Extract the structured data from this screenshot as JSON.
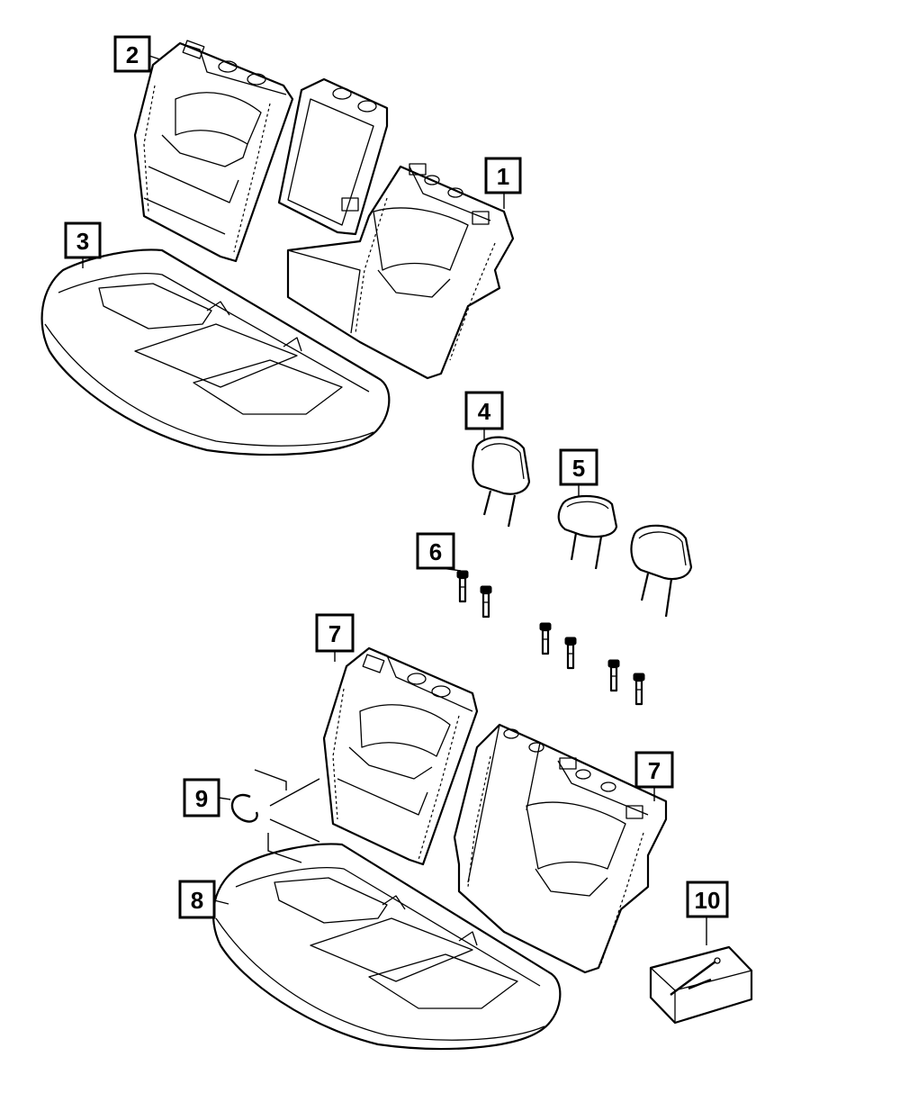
{
  "callouts": [
    {
      "id": "c1",
      "label": "1"
    },
    {
      "id": "c2",
      "label": "2"
    },
    {
      "id": "c3",
      "label": "3"
    },
    {
      "id": "c4",
      "label": "4"
    },
    {
      "id": "c5",
      "label": "5"
    },
    {
      "id": "c6",
      "label": "6"
    },
    {
      "id": "c7a",
      "label": "7"
    },
    {
      "id": "c7b",
      "label": "7"
    },
    {
      "id": "c8",
      "label": "8"
    },
    {
      "id": "c9",
      "label": "9"
    },
    {
      "id": "c10",
      "label": "10"
    }
  ],
  "colors": {
    "line": "#000000",
    "background": "#ffffff"
  }
}
